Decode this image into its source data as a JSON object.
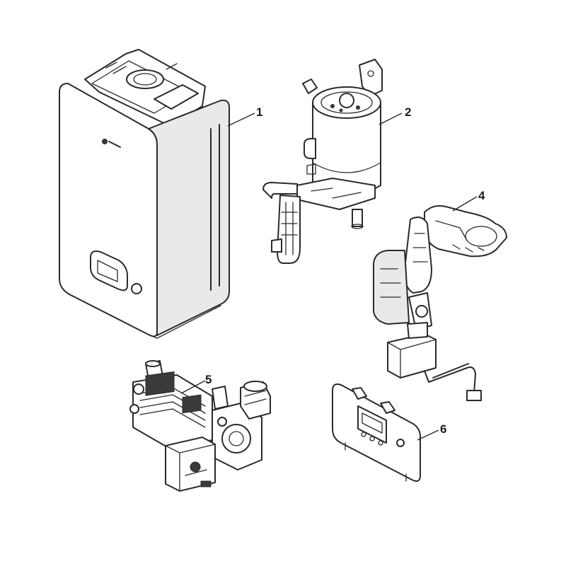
{
  "callouts": {
    "c1": "1",
    "c2": "2",
    "c4": "4",
    "c5": "5",
    "c6": "6"
  },
  "colors": {
    "line": "#2a2a2a",
    "background": "#ffffff",
    "shade": "#e9e9e9"
  }
}
